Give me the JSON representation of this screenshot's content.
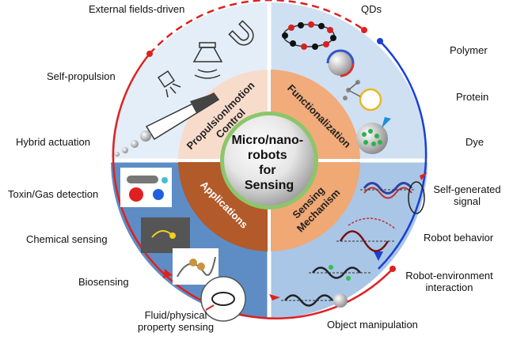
{
  "center": {
    "line1": "Micro/nano-",
    "line2": "robots",
    "line3": "for",
    "line4": "Sensing"
  },
  "quadrants": {
    "top_left": {
      "line1": "Propulsion/motion",
      "line2": "Control"
    },
    "top_right": {
      "line1": "Functionalization"
    },
    "bottom_left": {
      "line1": "Applications"
    },
    "bottom_right": {
      "line1": "Sensing",
      "line2": "Mechanism"
    }
  },
  "outer_labels": {
    "external_fields": "External fields-driven",
    "self_propulsion": "Self-propulsion",
    "hybrid_actuation": "Hybrid actuation",
    "qds": "QDs",
    "polymer": "Polymer",
    "protein": "Protein",
    "dye": "Dye",
    "toxin_gas": "Toxin/Gas detection",
    "chemical_sensing": "Chemical sensing",
    "biosensing": "Biosensing",
    "fluid_line1": "Fluid/physical",
    "fluid_line2": "property sensing",
    "self_generated_line1": "Self-generated",
    "self_generated_line2": "signal",
    "robot_behavior": "Robot behavior",
    "robot_env_line1": "Robot-environment",
    "robot_env_line2": "interaction",
    "object_manipulation": "Object manipulation"
  },
  "colors": {
    "top_left_ring": "#f8dccb",
    "top_right_ring": "#f2ab7a",
    "bottom_left_ring": "#b25a2a",
    "bottom_right_ring": "#f0a875",
    "outer_top_left": "#e4eef8",
    "outer_top_right": "#cfe0f2",
    "outer_bottom_left": "#5d8dc4",
    "outer_bottom_right": "#a9c6e6",
    "arc_red": "#e02020",
    "arc_blue": "#1a3fd6",
    "center_ring": "#8cc66a"
  }
}
